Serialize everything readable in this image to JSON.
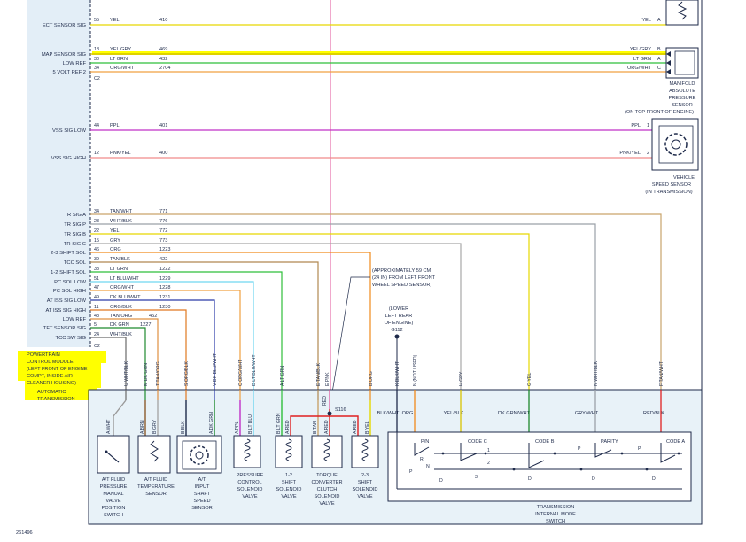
{
  "diagram_id": "261496",
  "colors": {
    "module_fill": "#e3eef7",
    "trans_fill": "#e8f2f8",
    "highlight": "#ffff00",
    "outline": "#1e2a4a",
    "text": "#1e2a4a"
  },
  "pcm": {
    "title_lines": [
      "POWERTRAIN",
      "CONTROL MODULE",
      "(LEFT FRONT OF ENGINE",
      "COMPT, INSIDE AIR",
      "CLEANER HOUSING)"
    ],
    "trans_lines": [
      "AUTOMATIC",
      "TRANSMISSION"
    ],
    "connector_c2": "C2"
  },
  "top_circuits": [
    {
      "label": "ECT SENSOR SIG",
      "pin": "55",
      "color": "YEL",
      "circuit": "410",
      "right_color": "YEL",
      "right_pin": "A"
    },
    {
      "label": "MAP SENSOR SIG",
      "pin": "18",
      "color": "YEL/GRY",
      "circuit": "469",
      "right_color": "YEL/GRY",
      "right_pin": "B"
    },
    {
      "label": "LOW REF",
      "pin": "30",
      "color": "LT GRN",
      "circuit": "432",
      "right_color": "LT GRN",
      "right_pin": "A"
    },
    {
      "label": "5 VOLT REF 2",
      "pin": "34",
      "color": "ORG/WHT",
      "circuit": "2704",
      "right_color": "ORG/WHT",
      "right_pin": "C"
    },
    {
      "label": "VSS SIG LOW",
      "pin": "44",
      "color": "PPL",
      "circuit": "401",
      "right_color": "PPL",
      "right_pin": "1"
    },
    {
      "label": "VSS SIG HIGH",
      "pin": "12",
      "color": "PNK/YEL",
      "circuit": "400",
      "right_color": "PNK/YEL",
      "right_pin": "2"
    }
  ],
  "map_sensor": {
    "lines": [
      "MANIFOLD",
      "ABSOLUTE",
      "PRESSURE",
      "SENSOR"
    ],
    "location": "(ON TOP FRONT OF ENGINE)"
  },
  "vss": {
    "lines": [
      "VEHICLE",
      "SPEED SENSOR"
    ],
    "location": "(IN TRANSMISSION)"
  },
  "trans_circuits": [
    {
      "label": "TR SIG A",
      "pin": "34",
      "color": "TAN/WHT",
      "circuit": "771"
    },
    {
      "label": "TR SIG P",
      "pin": "23",
      "color": "WHT/BLK",
      "circuit": "776"
    },
    {
      "label": "TR SIG B",
      "pin": "22",
      "color": "YEL",
      "circuit": "772"
    },
    {
      "label": "TR SIG C",
      "pin": "15",
      "color": "GRY",
      "circuit": "773"
    },
    {
      "label": "2-3 SHIFT SOL",
      "pin": "46",
      "color": "ORG",
      "circuit": "1223"
    },
    {
      "label": "TCC SOL",
      "pin": "39",
      "color": "TAN/BLK",
      "circuit": "422"
    },
    {
      "label": "1-2 SHIFT SOL",
      "pin": "33",
      "color": "LT GRN",
      "circuit": "1222"
    },
    {
      "label": "PC SOL LOW",
      "pin": "51",
      "color": "LT BLU/WHT",
      "circuit": "1229"
    },
    {
      "label": "PC SOL HIGH",
      "pin": "47",
      "color": "ORG/WHT",
      "circuit": "1228"
    },
    {
      "label": "AT ISS SIG LOW",
      "pin": "49",
      "color": "DK BLU/WHT",
      "circuit": "1231"
    },
    {
      "label": "AT ISS SIG HIGH",
      "pin": "11",
      "color": "ORG/BLK",
      "circuit": "1230"
    },
    {
      "label": "LOW REF",
      "pin": "48",
      "color": "TAN/ORG",
      "circuit": "452"
    },
    {
      "label": "TFT SENSOR SIG",
      "pin": "5",
      "color": "DK GRN",
      "circuit": "1227"
    },
    {
      "label": "TCC SW SIG",
      "pin": "24",
      "color": "WHT/BLK",
      "circuit": ""
    }
  ],
  "connector_c2_bottom": "C2",
  "note_distance": [
    "(APPROXIMATELY 59 CM",
    "(24 IN) FROM LEFT FRONT",
    "WHEEL SPEED SENSOR)"
  ],
  "note_ground": [
    "(LOWER",
    "LEFT REAR",
    "OF ENGINE)"
  ],
  "ground_id": "G112",
  "splice_id": "S116",
  "top_terminals": [
    {
      "letter": "U",
      "color": "WHT/BLK"
    },
    {
      "letter": "M",
      "color": "DK GRN"
    },
    {
      "letter": "T",
      "color": "TAN/ORG"
    },
    {
      "letter": "S",
      "color": "ORG/BLK"
    },
    {
      "letter": "V",
      "color": "DK BLU/WHT"
    },
    {
      "letter": "C",
      "color": "ORG/WHT"
    },
    {
      "letter": "D",
      "color": "LT BLU/WHT"
    },
    {
      "letter": "A",
      "color": "LT GRN"
    },
    {
      "letter": "E",
      "color": "TAN/BLK"
    },
    {
      "letter": "E",
      "color": "PNK"
    },
    {
      "letter": "B",
      "color": "ORG"
    },
    {
      "letter": "K",
      "color": "BLK/WHT"
    },
    {
      "letter": "N",
      "color": "(NOT USED)"
    },
    {
      "letter": "H",
      "color": "GRY"
    },
    {
      "letter": "G",
      "color": "YEL"
    },
    {
      "letter": "N",
      "color": "WHT/BLK"
    },
    {
      "letter": "F",
      "color": "TAN/WHT"
    }
  ],
  "inner_wires": [
    {
      "color": "WHT",
      "pin": "A"
    },
    {
      "color": "BRN",
      "pin": "A"
    },
    {
      "color": "GRY",
      "pin": "B"
    },
    {
      "color": "BLK",
      "pin": "B"
    },
    {
      "color": "DK GRN",
      "pin": "A"
    },
    {
      "color": "PPL",
      "pin": "A"
    },
    {
      "color": "LT BLU",
      "pin": "B"
    },
    {
      "color": "LT GRN",
      "pin": "B"
    },
    {
      "color": "RED",
      "pin": "A"
    },
    {
      "color": "TAN",
      "pin": "B"
    },
    {
      "color": "RED",
      "pin": "A"
    },
    {
      "color": "RED",
      "pin": "A"
    },
    {
      "color": "YEL",
      "pin": "B"
    }
  ],
  "red_label": "RED",
  "mode_switch_wires": [
    "BLK/WHT",
    "ORG",
    "YEL/BLK",
    "DK GRN/WHT",
    "GRY/WHT",
    "RED/BLK"
  ],
  "components": [
    {
      "lines": [
        "A/T FLUID",
        "PRESSURE",
        "MANUAL",
        "VALVE",
        "POSITION",
        "SWITCH"
      ]
    },
    {
      "lines": [
        "A/T FLUID",
        "TEMPERATURE",
        "SENSOR"
      ]
    },
    {
      "lines": [
        "A/T",
        "INPUT",
        "SHAFT",
        "SPEED",
        "SENSOR"
      ]
    },
    {
      "lines": [
        "PRESSURE",
        "CONTROL",
        "SOLENOID",
        "VALVE"
      ]
    },
    {
      "lines": [
        "1-2",
        "SHIFT",
        "SOLENOID",
        "VALVE"
      ]
    },
    {
      "lines": [
        "TORQUE",
        "CONVERTER",
        "CLUTCH",
        "SOLENOID",
        "VALVE"
      ]
    },
    {
      "lines": [
        "2-3",
        "SHIFT",
        "SOLENOID",
        "VALVE"
      ]
    }
  ],
  "mode_switch": {
    "lines": [
      "TRANSMISSION",
      "INTERNAL MODE",
      "SWITCH"
    ],
    "codes": [
      "P/N",
      "CODE C",
      "CODE B",
      "PARITY",
      "CODE A"
    ],
    "contacts": [
      "P",
      "R",
      "N",
      "D",
      "1",
      "2",
      "3"
    ]
  }
}
